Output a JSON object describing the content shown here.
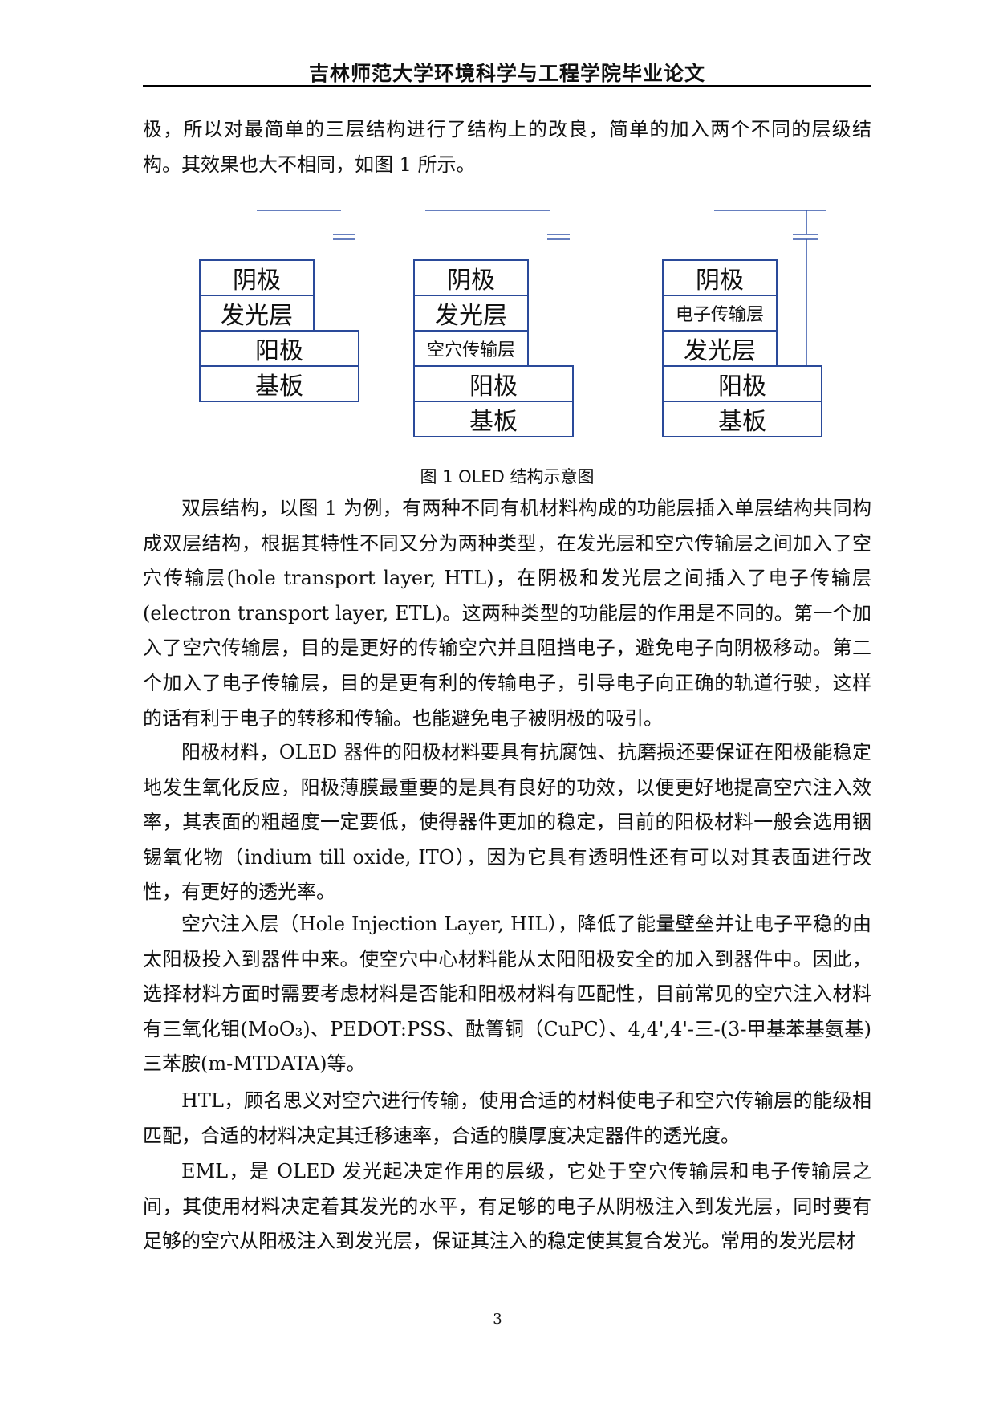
{
  "header": {
    "title": "吉林师范大学环境科学与工程学院毕业论文"
  },
  "paragraphs": {
    "intro": "极，所以对最简单的三层结构进行了结构上的改良，简单的加入两个不同的层级结构。其效果也大不相同，如图 1 所示。",
    "double_layer": "双层结构，以图 1 为例，有两种不同有机材料构成的功能层插入单层结构共同构成双层结构，根据其特性不同又分为两种类型，在发光层和空穴传输层之间加入了空穴传输层(hole transport layer, HTL)，在阴极和发光层之间插入了电子传输层(electron transport layer, ETL)。这两种类型的功能层的作用是不同的。第一个加入了空穴传输层，目的是更好的传输空穴并且阻挡电子，避免电子向阴极移动。第二个加入了电子传输层，目的是更有利的传输电子，引导电子向正确的轨道行驶，这样的话有利于电子的转移和传输。也能避免电子被阴极的吸引。",
    "anode": "阳极材料，OLED 器件的阳极材料要具有抗腐蚀、抗磨损还要保证在阳极能稳定地发生氧化反应，阳极薄膜最重要的是具有良好的功效，以便更好地提高空穴注入效率，其表面的粗超度一定要低，使得器件更加的稳定，目前的阳极材料一般会选用铟锡氧化物（indium till oxide, ITO），因为它具有透明性还有可以对其表面进行改性，有更好的透光率。",
    "hil": "空穴注入层（Hole Injection Layer, HIL），降低了能量壁垒并让电子平稳的由太阳极投入到器件中来。使空穴中心材料能从太阳阳极安全的加入到器件中。因此，选择材料方面时需要考虑材料是否能和阳极材料有匹配性，目前常见的空穴注入材料有三氧化钼(MoO₃)、PEDOT:PSS、酞箐铜（CuPC）、4,4',4'-三-(3-甲基苯基氨基)三苯胺(m-MTDATA)等。",
    "htl": "HTL，顾名思义对空穴进行传输，使用合适的材料使电子和空穴传输层的能级相匹配，合适的材料决定其迁移速率，合适的膜厚度决定器件的透光度。",
    "eml": "EML，是 OLED 发光起决定作用的层级，它处于空穴传输层和电子传输层之间，其使用材料决定着其发光的水平，有足够的电子从阴极注入到发光层，同时要有足够的空穴从阳极注入到发光层，保证其注入的稳定使其复合发光。常用的发光层材"
  },
  "figure": {
    "stack1": [
      "阴极",
      "发光层",
      "阳极",
      "基板"
    ],
    "stack2": [
      "阴极",
      "发光层",
      "空穴传输层",
      "阳极",
      "基板"
    ],
    "stack3": [
      "阴极",
      "电子传输层",
      "发光层",
      "阳极",
      "基板"
    ],
    "caption": "图 1 OLED 结构示意图"
  },
  "page_number": "3"
}
